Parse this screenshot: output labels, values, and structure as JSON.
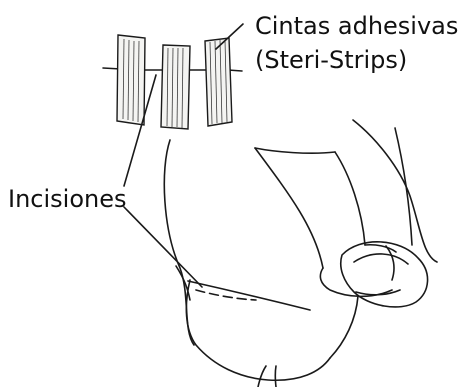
{
  "labels": {
    "strips_line1": "Cintas adhesivas",
    "strips_line2": "(Steri-Strips)",
    "incisions": "Incisiones"
  },
  "colors": {
    "ink": "#1a1a1a",
    "strip_fill": "#f4f4f2",
    "background": "#ffffff"
  }
}
